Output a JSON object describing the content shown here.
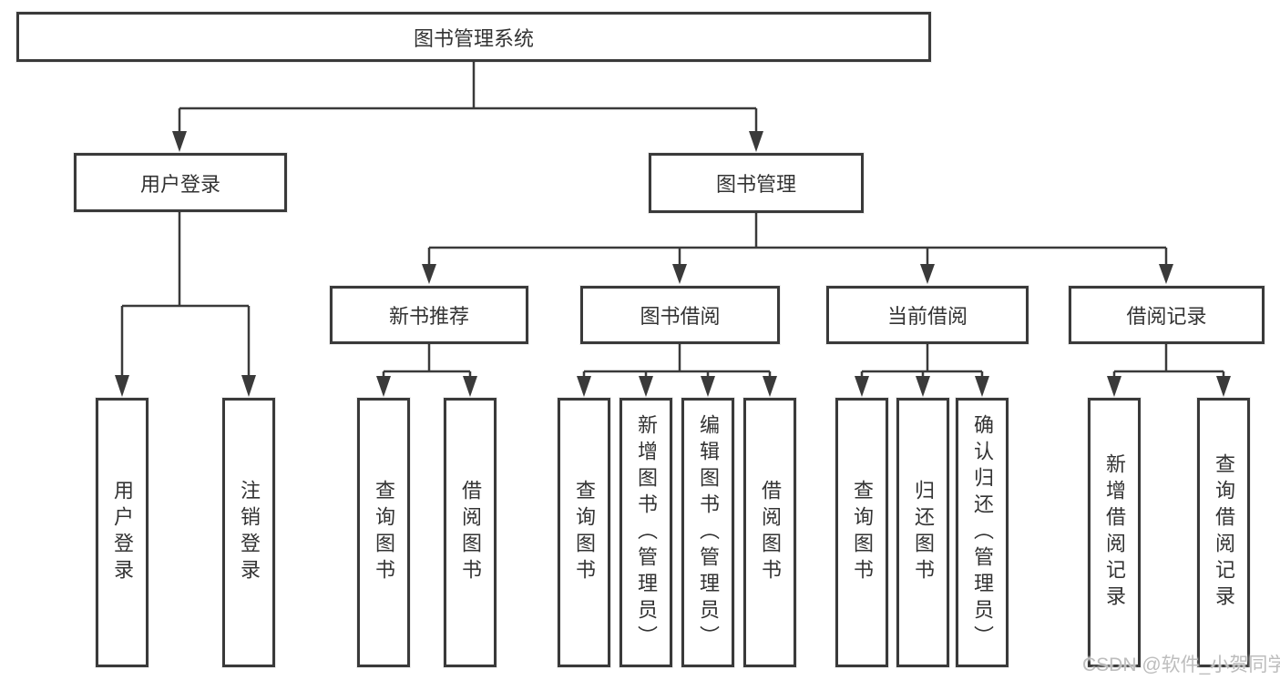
{
  "title": "图书管理系统",
  "level2": {
    "user": "用户登录",
    "book": "图书管理"
  },
  "level3": {
    "recommend": "新书推荐",
    "borrow": "图书借阅",
    "current": "当前借阅",
    "records": "借阅记录"
  },
  "leaves": {
    "user": [
      "用户登录",
      "注销登录"
    ],
    "recommend": [
      "查询图书",
      "借阅图书"
    ],
    "borrow": [
      "查询图书",
      "新增图书（管理员）",
      "编辑图书（管理员）",
      "借阅图书"
    ],
    "current": [
      "查询图书",
      "归还图书",
      "确认归还（管理员）"
    ],
    "records": [
      "新增借阅记录",
      "查询借阅记录"
    ]
  },
  "watermark": "CSDN @软件_小贺同学",
  "colors": {
    "line": "#3a3a3a",
    "text": "#333333",
    "watermark": "#bdbdbd",
    "background": "#ffffff"
  }
}
